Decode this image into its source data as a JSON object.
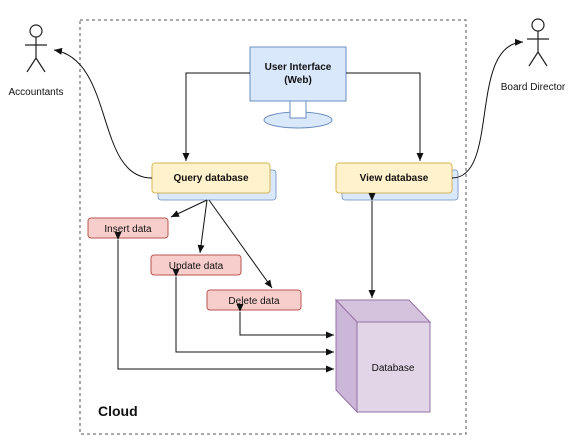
{
  "actors": {
    "accountants": "Accountants",
    "board_director": "Board Director"
  },
  "user_interface": {
    "line1": "User Interface",
    "line2": "(Web)"
  },
  "nodes": {
    "query": "Query database",
    "view": "View database",
    "insert": "Insert data",
    "update": "Update data",
    "delete": "Delete data",
    "database": "Database"
  },
  "container_label": "Cloud",
  "colors": {
    "monitor_fill": "#dae8fc",
    "monitor_stroke": "#6c8ebf",
    "query_fill": "#fff2cc",
    "query_stroke": "#d6b656",
    "action_fill": "#f8cecc",
    "action_stroke": "#b85450",
    "database_fill": "#e1d5e7",
    "database_stroke": "#9673a6",
    "shadow_fill": "#dae8fc"
  }
}
